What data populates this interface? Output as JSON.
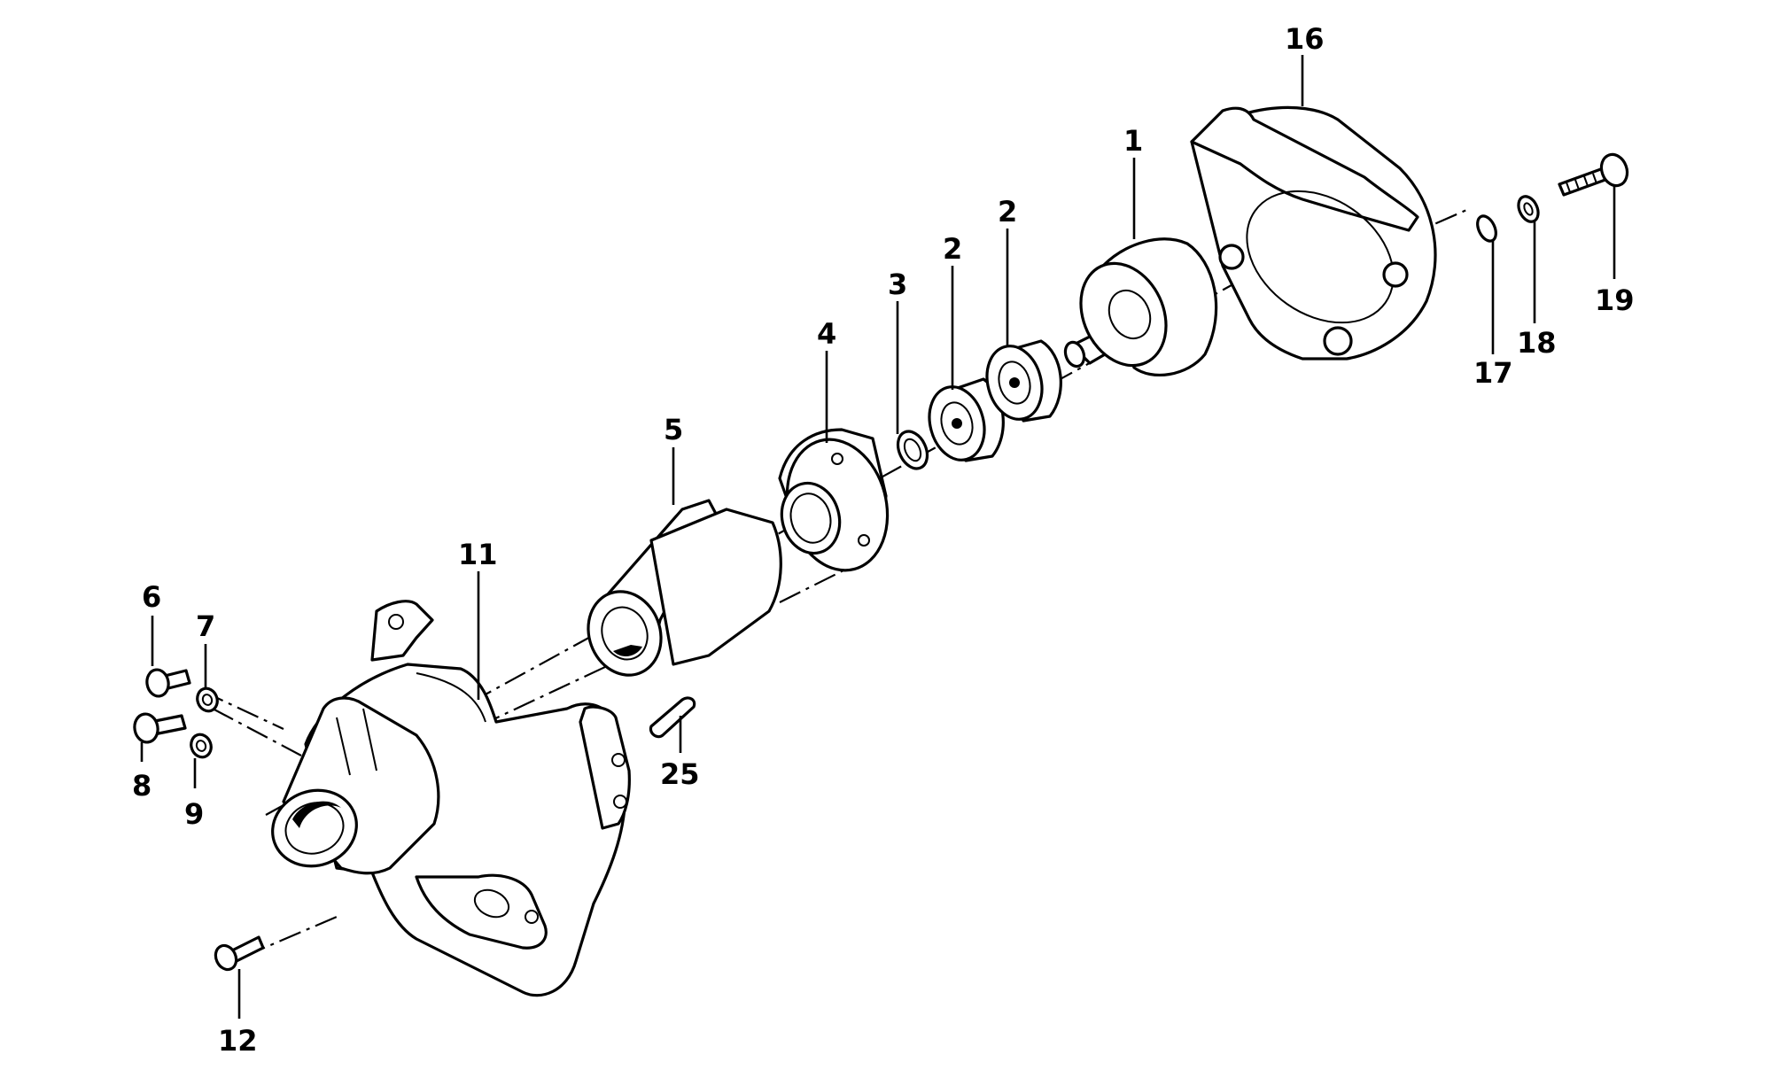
{
  "labels": {
    "p1": "1",
    "p2a": "2",
    "p2b": "2",
    "p3": "3",
    "p4": "4",
    "p5": "5",
    "p6": "6",
    "p7": "7",
    "p8": "8",
    "p9": "9",
    "p11": "11",
    "p12": "12",
    "p16": "16",
    "p17": "17",
    "p18": "18",
    "p19": "19",
    "p25": "25"
  }
}
